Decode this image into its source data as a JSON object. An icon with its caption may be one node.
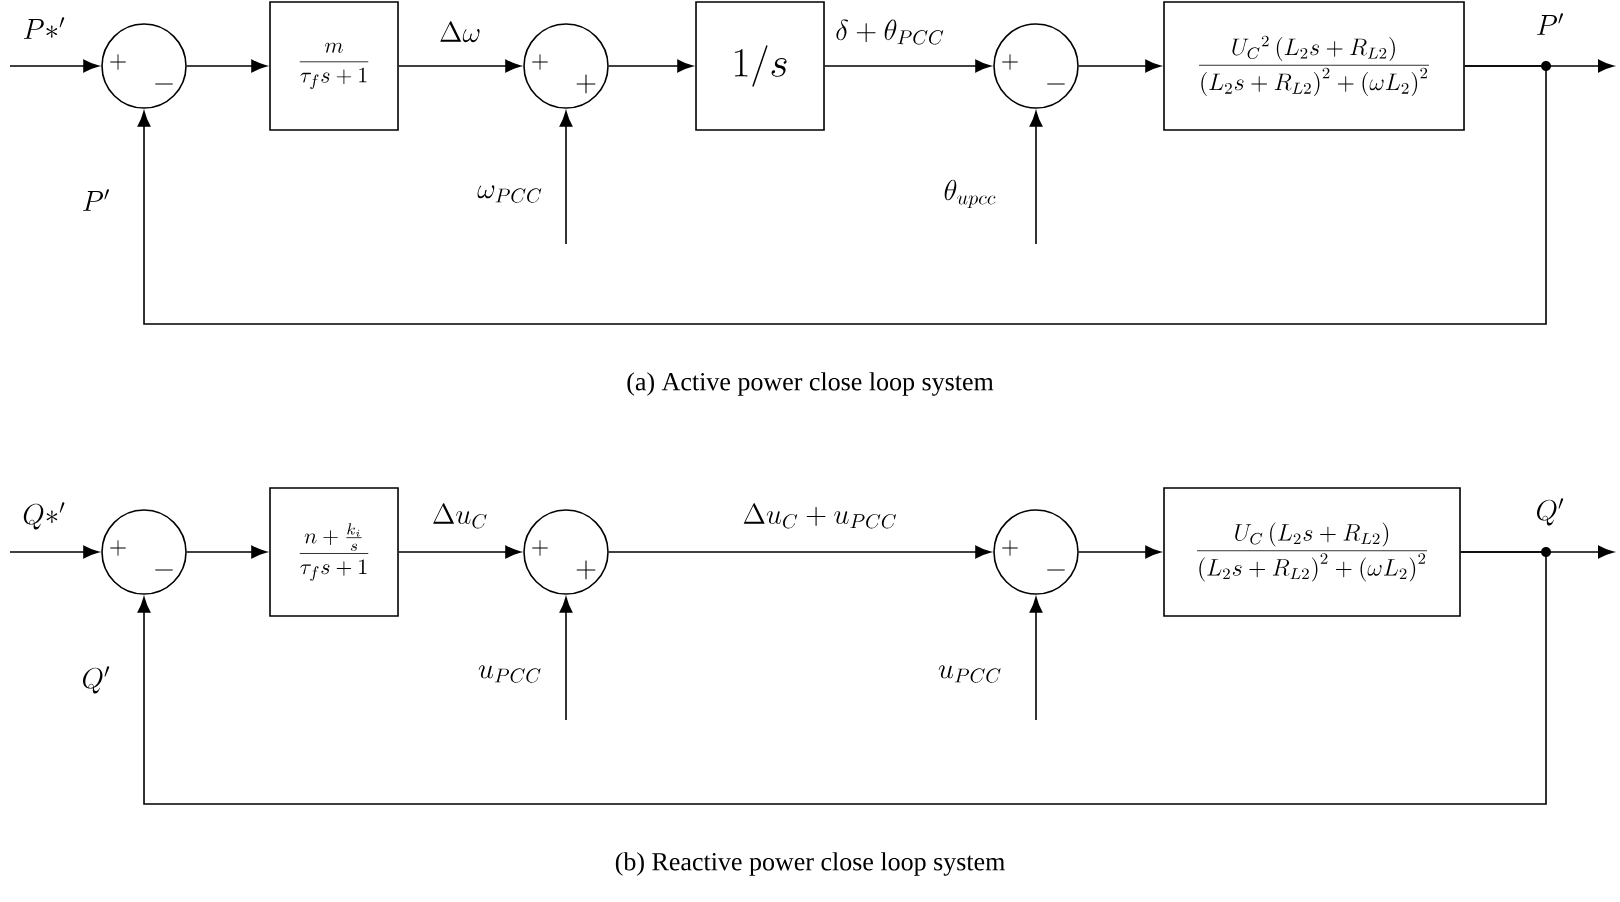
{
  "diagram": {
    "nodes": [
      {
        "text": [
          "+",
          "-"
        ]
      },
      {
        "text": [
          "\\frac{m}{\\tau_f s+1}"
        ]
      },
      {
        "text": [
          "+",
          "+"
        ]
      },
      {
        "text": [
          "1/s"
        ]
      },
      {
        "text": [
          "+",
          "-"
        ]
      },
      {
        "text": [
          "\\frac{U_C{}^2\\left(L_2 s+R_{L2}\\right)}{\\left(L_2 s+R_{L2}\\right)^2+\\left(\\omega L_2\\right)^2}"
        ]
      },
      {
        "text": [
          "+",
          "-"
        ]
      },
      {
        "text": [
          "\\frac{n+\\frac{k_i}{s}}{\\tau_f s+1}"
        ]
      },
      {
        "text": [
          "+",
          "+"
        ]
      },
      {
        "text": [
          "+",
          "-"
        ]
      },
      {
        "text": [
          "\\frac{U_C\\left(L_2 s+R_{L2}\\right)}{\\left(L_2 s+R_{L2}\\right)^2+\\left(\\omega L_2\\right)^2}"
        ]
      }
    ],
    "edges": [
      {
        "from": null,
        "to": 0,
        "arrow": "to",
        "label": "P{*}'"
      },
      {
        "from": 0,
        "to": 1,
        "arrow": "to"
      },
      {
        "from": 1,
        "to": 2,
        "arrow": "to",
        "label": "\\Delta\\omega"
      },
      {
        "from": null,
        "to": 2,
        "arrow": "to",
        "label": "\\omega_{PCC}"
      },
      {
        "from": 2,
        "to": 3,
        "arrow": "to"
      },
      {
        "from": 3,
        "to": 4,
        "arrow": "to",
        "label": "\\delta+\\theta_{PCC}"
      },
      {
        "from": null,
        "to": 4,
        "arrow": "to",
        "label": "\\theta_{upcc}"
      },
      {
        "from": 4,
        "to": 5,
        "arrow": "to"
      },
      {
        "from": 5,
        "to": null,
        "arrow": "to",
        "label": "P'"
      },
      {
        "from": 5,
        "to": 0,
        "arrow": "to",
        "label": "P'"
      },
      {
        "from": null,
        "to": 6,
        "arrow": "to",
        "label": "Q{*}'"
      },
      {
        "from": 6,
        "to": 7,
        "arrow": "to"
      },
      {
        "from": 7,
        "to": 8,
        "arrow": "to",
        "label": "\\Delta u_C"
      },
      {
        "from": null,
        "to": 8,
        "arrow": "to",
        "label": "u_{PCC}"
      },
      {
        "from": 8,
        "to": 9,
        "arrow": "to",
        "label": "\\Delta u_C+u_{PCC}"
      },
      {
        "from": null,
        "to": 9,
        "arrow": "to",
        "label": "u_{PCC}"
      },
      {
        "from": 9,
        "to": 10,
        "arrow": "to"
      },
      {
        "from": 10,
        "to": null,
        "arrow": "to",
        "label": "Q'"
      },
      {
        "from": 10,
        "to": 6,
        "arrow": "to",
        "label": "Q'"
      }
    ],
    "labels": [
      "(a) Active power close loop system",
      "(b) Reactive power close loop system"
    ]
  }
}
